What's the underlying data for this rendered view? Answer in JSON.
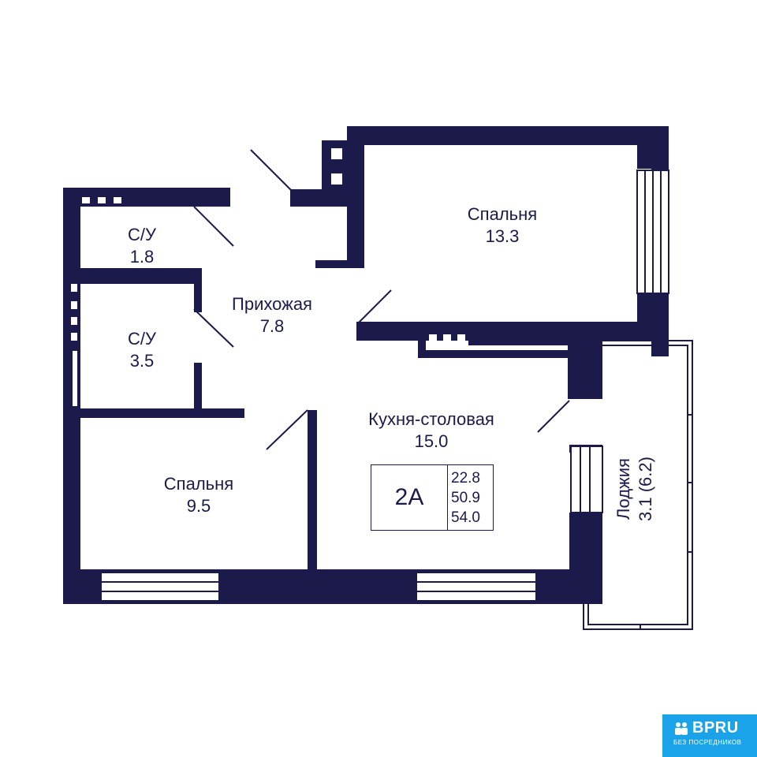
{
  "colors": {
    "wall": "#1b1a4a",
    "badge": "#1aa3e8"
  },
  "rooms": {
    "bedroom_large": {
      "name": "Спальня",
      "area": "13.3"
    },
    "bathroom_small": {
      "name": "С/У",
      "area": "1.8"
    },
    "hallway": {
      "name": "Прихожая",
      "area": "7.8"
    },
    "bathroom": {
      "name": "С/У",
      "area": "3.5"
    },
    "kitchen": {
      "name": "Кухня-столовая",
      "area": "15.0"
    },
    "bedroom_small": {
      "name": "Спальня",
      "area": "9.5"
    },
    "loggia": {
      "name": "Лоджия",
      "area": "3.1 (6.2)"
    }
  },
  "apartment": {
    "type": "2А",
    "areas": [
      "22.8",
      "50.9",
      "54.0"
    ]
  },
  "badge": {
    "icon": "people-icon",
    "title": "BPRU",
    "subtitle": "БЕЗ ПОСРЕДНИКОВ"
  }
}
